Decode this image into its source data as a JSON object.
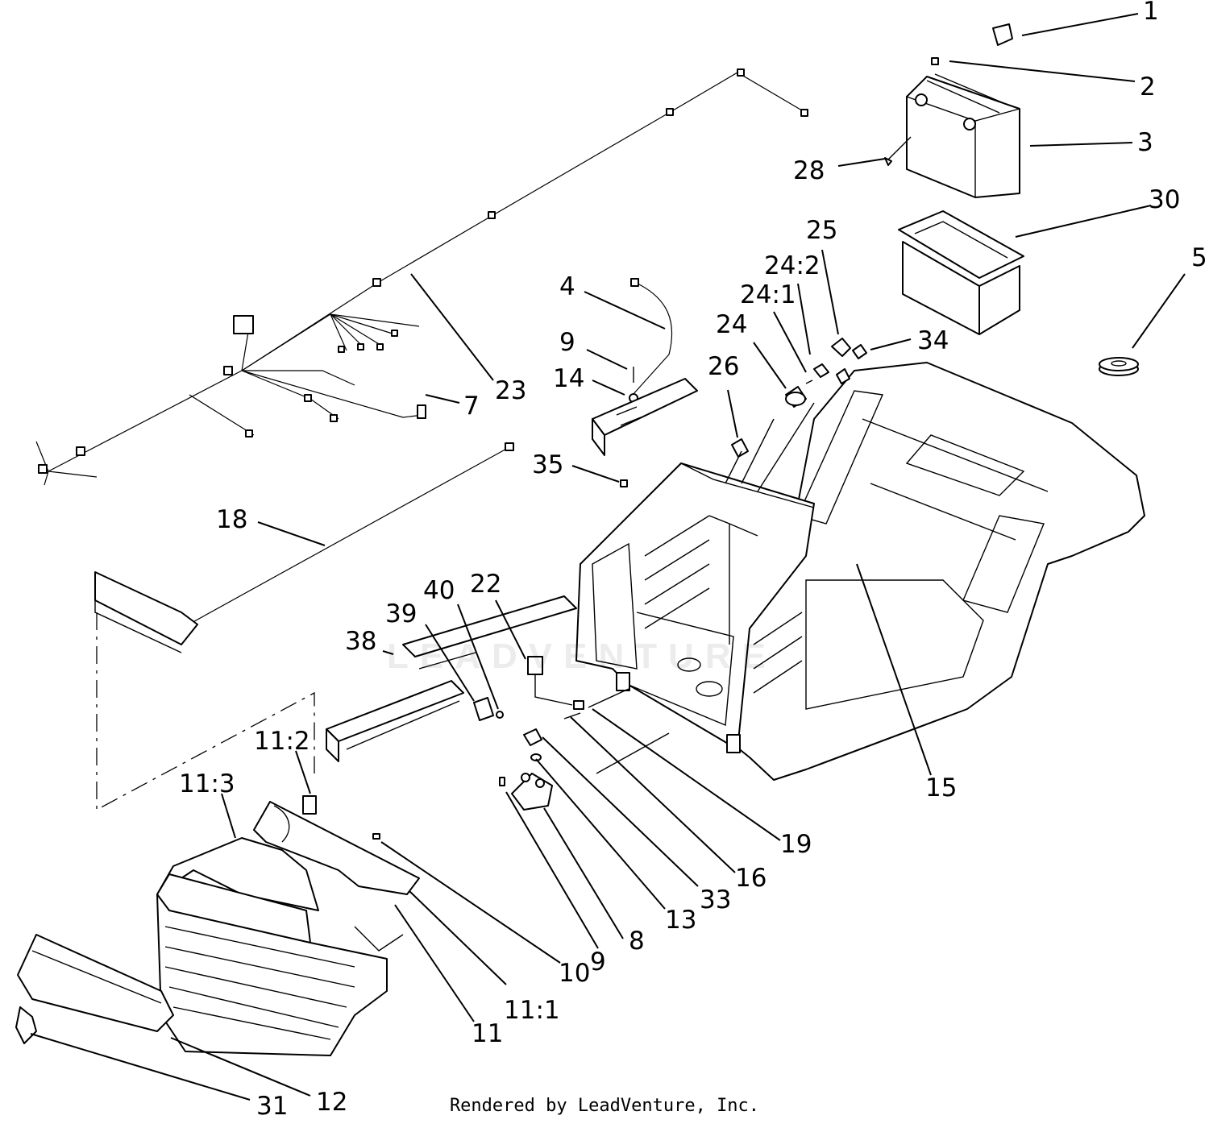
{
  "callouts": [
    "1",
    "2",
    "3",
    "28",
    "30",
    "5",
    "25",
    "24:2",
    "24:1",
    "24",
    "34",
    "26",
    "4",
    "9",
    "14",
    "35",
    "23",
    "7",
    "18",
    "38",
    "39",
    "40",
    "22",
    "11:2",
    "11:3",
    "15",
    "19",
    "16",
    "33",
    "13",
    "8",
    "9",
    "10",
    "11:1",
    "11",
    "12",
    "31"
  ],
  "credit": "Rendered by LeadVenture, Inc.",
  "watermark": "LEADVENTURE"
}
